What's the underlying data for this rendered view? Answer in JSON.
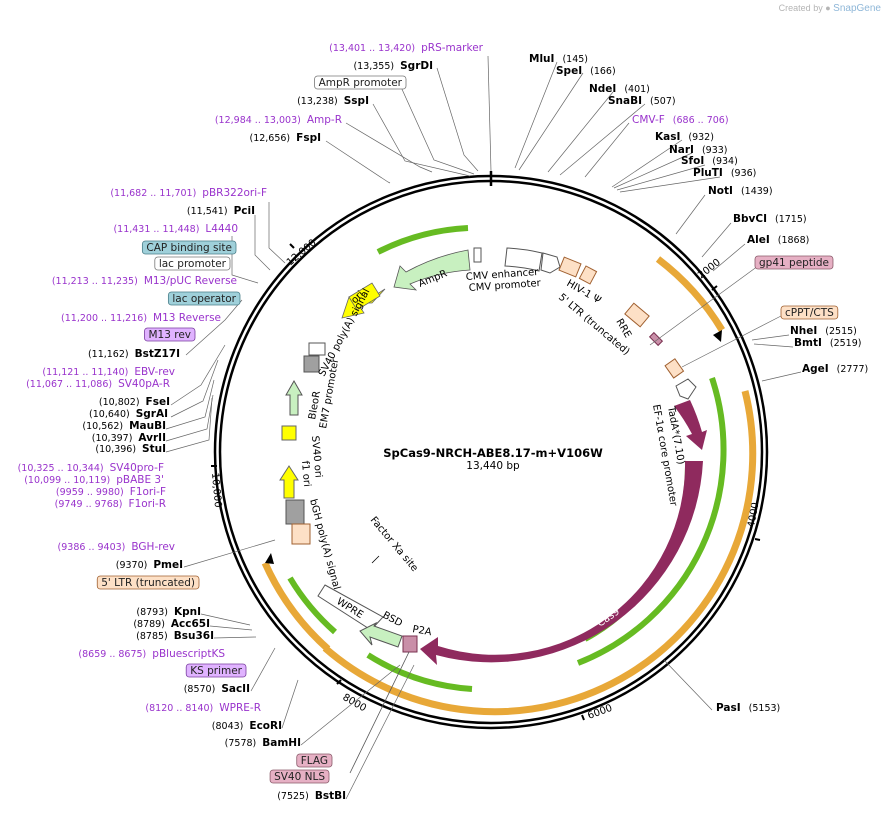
{
  "credit": {
    "created_by": "Created by",
    "brand": "SnapGene"
  },
  "plasmid": {
    "name": "SpCas9-NRCH-ABE8.17-m+V106W",
    "size": "13,440 bp"
  },
  "colors": {
    "backbone": "#000000",
    "orange": "#e8a838",
    "cas9": "#8f2a5e",
    "green_feat": "#66bb22",
    "amp": "#c8f0c0",
    "ori": "#ffff00",
    "primer": "#9933cc",
    "tag_pink": "#e6b0c4",
    "tag_blue": "#9fd0da"
  },
  "ticks": [
    "2000",
    "4000",
    "6000",
    "8000",
    "10,000",
    "12,000"
  ],
  "right_labels": [
    {
      "name": "MluI",
      "pos": "(145)",
      "kind": "enzyme"
    },
    {
      "name": "SpeI",
      "pos": "(166)",
      "kind": "enzyme"
    },
    {
      "name": "NdeI",
      "pos": "(401)",
      "kind": "enzyme"
    },
    {
      "name": "SnaBI",
      "pos": "(507)",
      "kind": "enzyme"
    },
    {
      "name": "CMV-F",
      "pos": "(686 .. 706)",
      "kind": "primer"
    },
    {
      "name": "KasI",
      "pos": "(932)",
      "kind": "enzyme"
    },
    {
      "name": "NarI",
      "pos": "(933)",
      "kind": "enzyme"
    },
    {
      "name": "SfoI",
      "pos": "(934)",
      "kind": "enzyme"
    },
    {
      "name": "PluTI",
      "pos": "(936)",
      "kind": "enzyme"
    },
    {
      "name": "NotI",
      "pos": "(1439)",
      "kind": "enzyme"
    },
    {
      "name": "BbvCI",
      "pos": "(1715)",
      "kind": "enzyme"
    },
    {
      "name": "AleI",
      "pos": "(1868)",
      "kind": "enzyme"
    },
    {
      "name": "gp41 peptide",
      "pos": "",
      "kind": "tag-pink"
    },
    {
      "name": "cPPT/CTS",
      "pos": "",
      "kind": "tag-orange"
    },
    {
      "name": "NheI",
      "pos": "(2515)",
      "kind": "enzyme"
    },
    {
      "name": "BmtI",
      "pos": "(2519)",
      "kind": "enzyme"
    },
    {
      "name": "AgeI",
      "pos": "(2777)",
      "kind": "enzyme"
    },
    {
      "name": "PasI",
      "pos": "(5153)",
      "kind": "enzyme"
    }
  ],
  "left_labels": [
    {
      "name": "pRS-marker",
      "pos": "(13,401 .. 13,420)",
      "kind": "primer"
    },
    {
      "name": "SgrDI",
      "pos": "(13,355)",
      "kind": "enzyme"
    },
    {
      "name": "AmpR promoter",
      "pos": "",
      "kind": "tag-white"
    },
    {
      "name": "SspI",
      "pos": "(13,238)",
      "kind": "enzyme"
    },
    {
      "name": "Amp-R",
      "pos": "(12,984 .. 13,003)",
      "kind": "primer"
    },
    {
      "name": "FspI",
      "pos": "(12,656)",
      "kind": "enzyme"
    },
    {
      "name": "pBR322ori-F",
      "pos": "(11,682 .. 11,701)",
      "kind": "primer"
    },
    {
      "name": "PciI",
      "pos": "(11,541)",
      "kind": "enzyme"
    },
    {
      "name": "L4440",
      "pos": "(11,431 .. 11,448)",
      "kind": "primer"
    },
    {
      "name": "CAP binding site",
      "pos": "",
      "kind": "tag-blue"
    },
    {
      "name": "lac promoter",
      "pos": "",
      "kind": "tag-white"
    },
    {
      "name": "M13/pUC Reverse",
      "pos": "(11,213 .. 11,235)",
      "kind": "primer"
    },
    {
      "name": "lac operator",
      "pos": "",
      "kind": "tag-blue"
    },
    {
      "name": "M13 Reverse",
      "pos": "(11,200 .. 11,216)",
      "kind": "primer"
    },
    {
      "name": "M13 rev",
      "pos": "",
      "kind": "tag-purple"
    },
    {
      "name": "BstZ17I",
      "pos": "(11,162)",
      "kind": "enzyme"
    },
    {
      "name": "EBV-rev",
      "pos": "(11,121 .. 11,140)",
      "kind": "primer"
    },
    {
      "name": "SV40pA-R",
      "pos": "(11,067 .. 11,086)",
      "kind": "primer"
    },
    {
      "name": "FseI",
      "pos": "(10,802)",
      "kind": "enzyme"
    },
    {
      "name": "SgrAI",
      "pos": "(10,640)",
      "kind": "enzyme"
    },
    {
      "name": "MauBI",
      "pos": "(10,562)",
      "kind": "enzyme"
    },
    {
      "name": "AvrII",
      "pos": "(10,397)",
      "kind": "enzyme"
    },
    {
      "name": "StuI",
      "pos": "(10,396)",
      "kind": "enzyme"
    },
    {
      "name": "SV40pro-F",
      "pos": "(10,325 .. 10,344)",
      "kind": "primer"
    },
    {
      "name": "pBABE 3'",
      "pos": "(10,099 .. 10,119)",
      "kind": "primer"
    },
    {
      "name": "F1ori-F",
      "pos": "(9959 .. 9980)",
      "kind": "primer"
    },
    {
      "name": "F1ori-R",
      "pos": "(9749 .. 9768)",
      "kind": "primer"
    },
    {
      "name": "BGH-rev",
      "pos": "(9386 .. 9403)",
      "kind": "primer"
    },
    {
      "name": "PmeI",
      "pos": "(9370)",
      "kind": "enzyme"
    },
    {
      "name": "5' LTR (truncated)",
      "pos": "",
      "kind": "tag-orange"
    },
    {
      "name": "KpnI",
      "pos": "(8793)",
      "kind": "enzyme"
    },
    {
      "name": "Acc65I",
      "pos": "(8789)",
      "kind": "enzyme"
    },
    {
      "name": "Bsu36I",
      "pos": "(8785)",
      "kind": "enzyme"
    },
    {
      "name": "pBluescriptKS",
      "pos": "(8659 .. 8675)",
      "kind": "primer"
    },
    {
      "name": "KS primer",
      "pos": "",
      "kind": "tag-purple"
    },
    {
      "name": "SacII",
      "pos": "(8570)",
      "kind": "enzyme"
    },
    {
      "name": "WPRE-R",
      "pos": "(8120 .. 8140)",
      "kind": "primer"
    },
    {
      "name": "EcoRI",
      "pos": "(8043)",
      "kind": "enzyme"
    },
    {
      "name": "BamHI",
      "pos": "(7578)",
      "kind": "enzyme"
    },
    {
      "name": "FLAG",
      "pos": "",
      "kind": "tag-pink"
    },
    {
      "name": "SV40 NLS",
      "pos": "",
      "kind": "tag-pink"
    },
    {
      "name": "BstBI",
      "pos": "(7525)",
      "kind": "enzyme"
    }
  ],
  "inner_labels": [
    "AmpR",
    "ori",
    "CMV enhancer",
    "CMV promoter",
    "HIV-1 Ψ",
    "RRE",
    "5' LTR (truncated)",
    "SV40 poly(A) signal",
    "BleoR",
    "EM7 promoter",
    "SV40 ori",
    "f1 ori",
    "bGH poly(A) signal",
    "Factor Xa site",
    "WPRE",
    "BSD",
    "P2A",
    "Cas9",
    "TadA*(7.10)",
    "EF-1α core promoter"
  ]
}
